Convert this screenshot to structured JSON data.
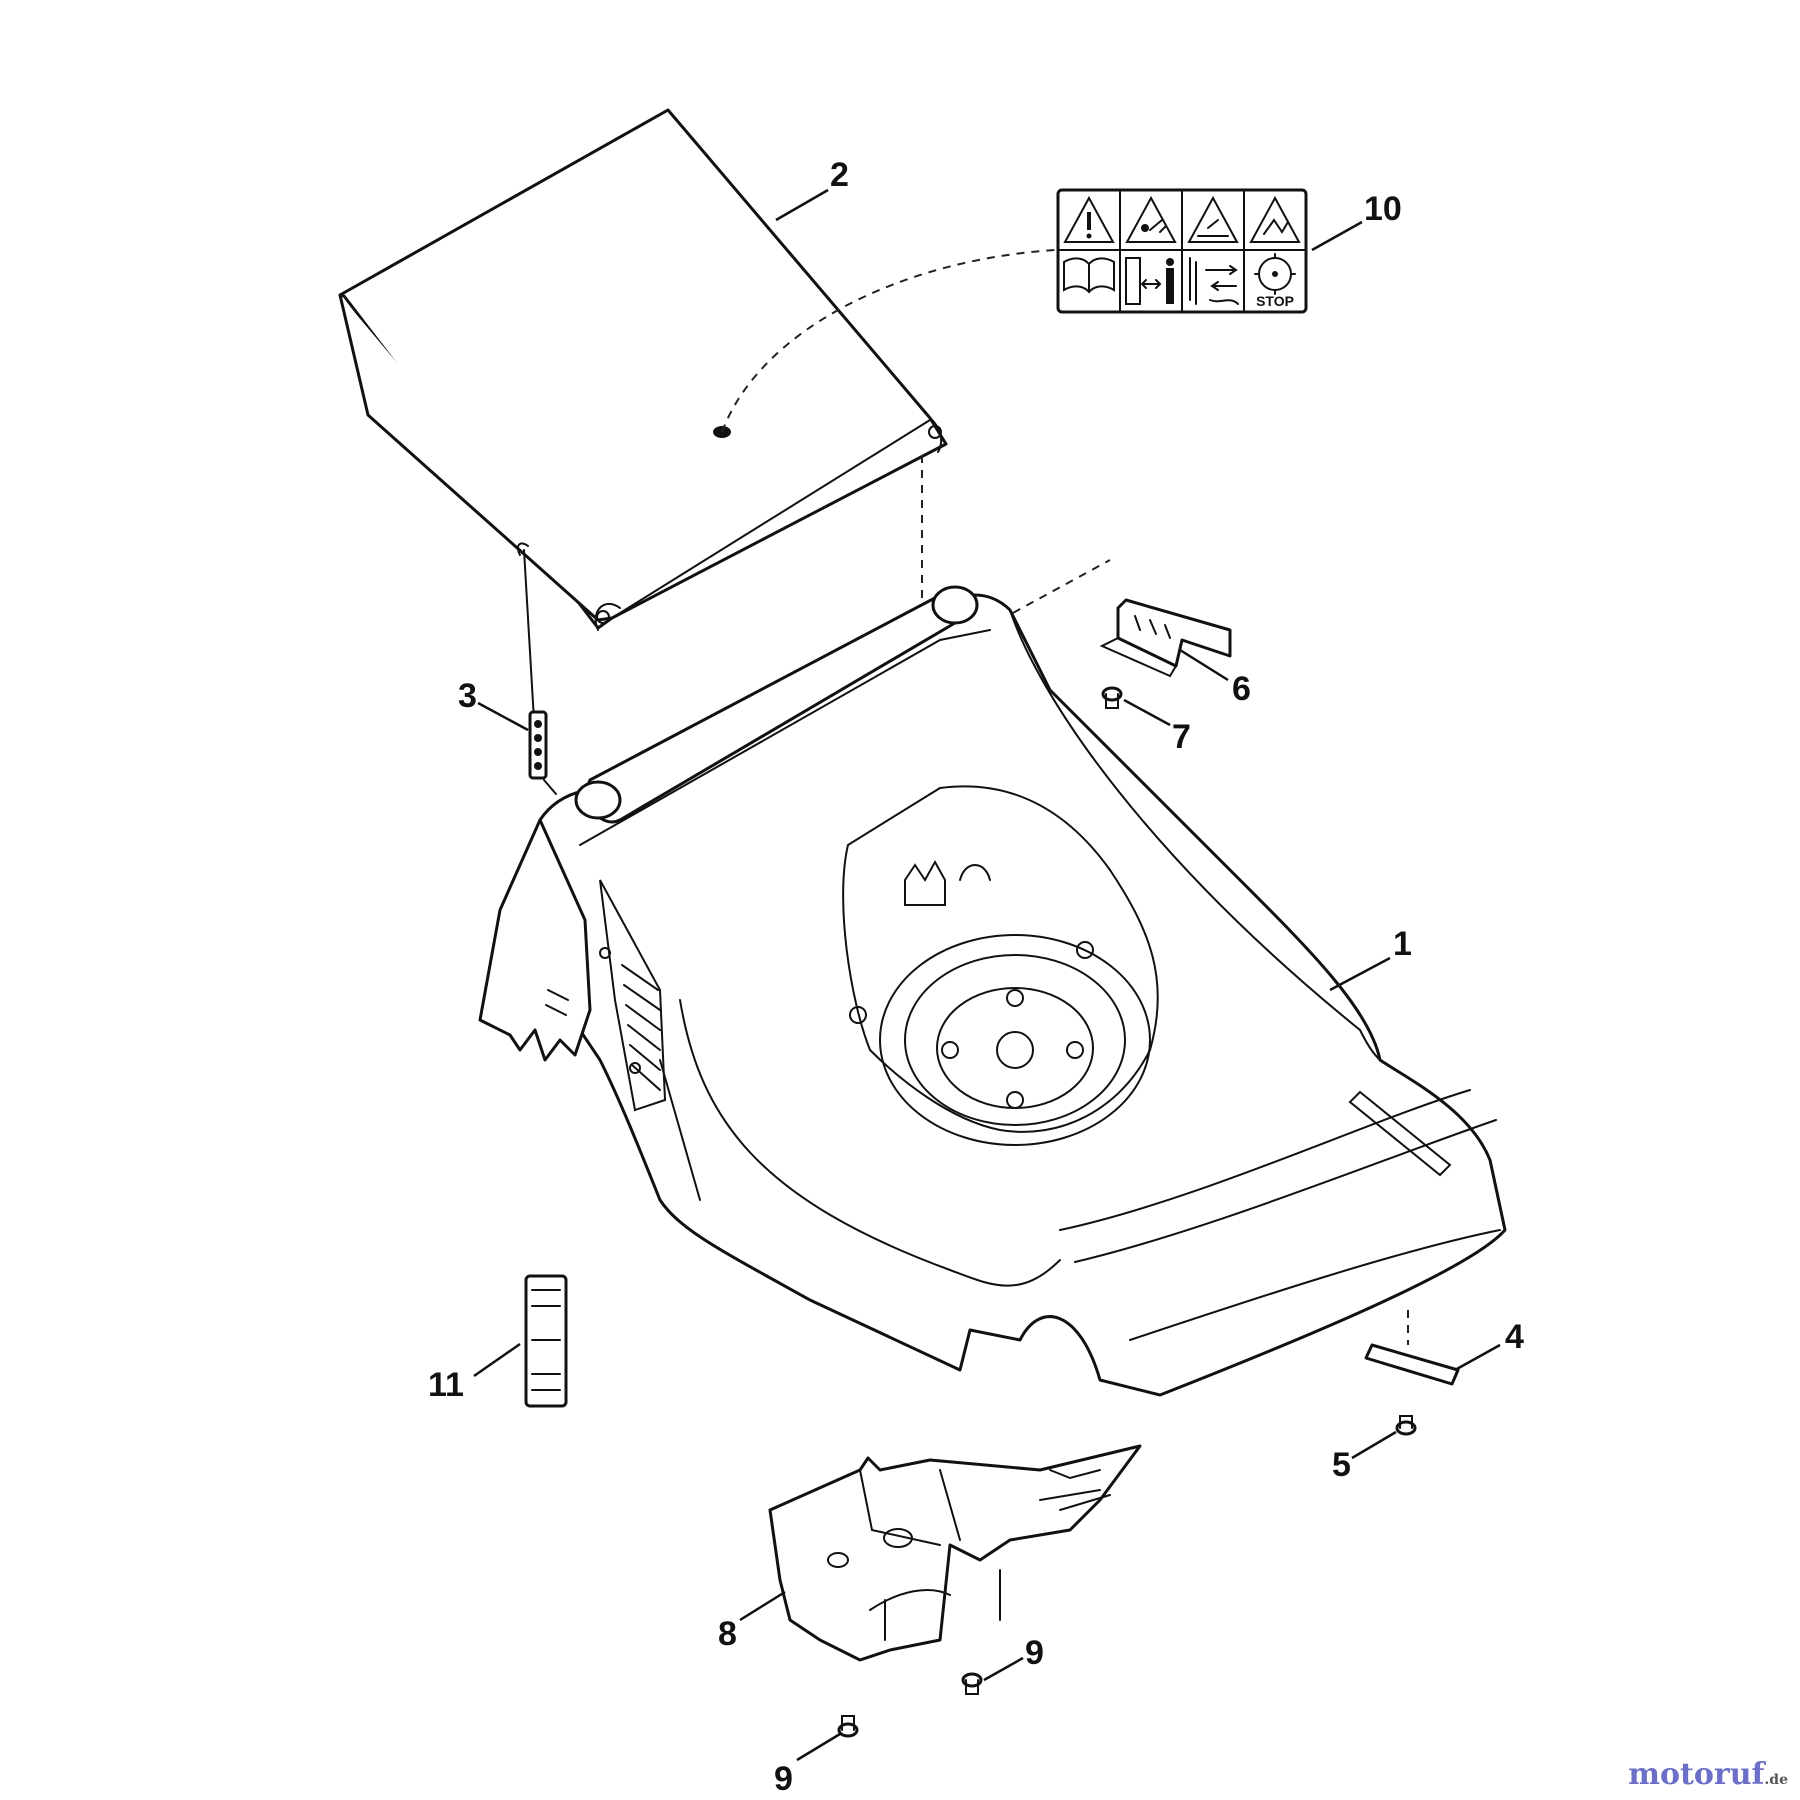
{
  "parts": [
    {
      "id": "label-1",
      "text": "1"
    },
    {
      "id": "label-2",
      "text": "2"
    },
    {
      "id": "label-3",
      "text": "3"
    },
    {
      "id": "label-4",
      "text": "4"
    },
    {
      "id": "label-5",
      "text": "5"
    },
    {
      "id": "label-6",
      "text": "6"
    },
    {
      "id": "label-7",
      "text": "7"
    },
    {
      "id": "label-8",
      "text": "8"
    },
    {
      "id": "label-9a",
      "text": "9"
    },
    {
      "id": "label-9b",
      "text": "9"
    },
    {
      "id": "label-10",
      "text": "10"
    },
    {
      "id": "label-11",
      "text": "11"
    }
  ],
  "warning_label": {
    "stop_text": "STOP",
    "icons": [
      "warning-triangle-icon",
      "thrown-object-warning-icon",
      "blade-warning-icon",
      "hand-blade-warning-icon",
      "read-manual-icon",
      "keep-distance-icon",
      "disconnect-icon",
      "stop-blade-icon"
    ]
  },
  "watermark": {
    "text_main": "motoruf",
    "text_tld": ".de"
  }
}
